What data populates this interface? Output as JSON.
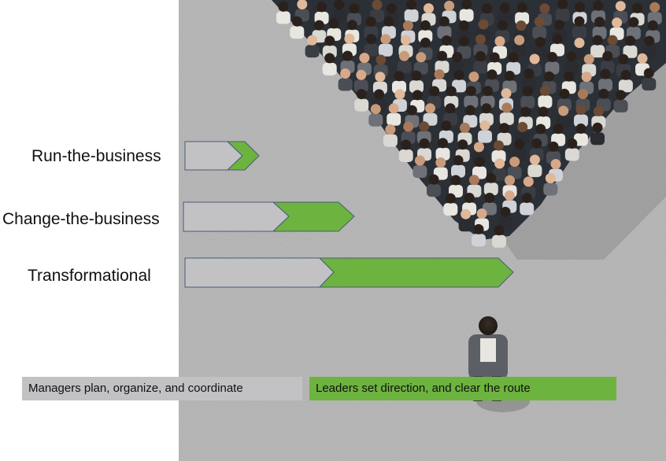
{
  "rows": [
    {
      "label": "Run-the-business"
    },
    {
      "label": "Change-the-business"
    },
    {
      "label": "Transformational"
    }
  ],
  "legend": {
    "gray_text": "Managers plan, organize, and coordinate",
    "green_text": "Leaders set direction, and clear the route"
  },
  "colors": {
    "gray": "#c2c2c4",
    "green": "#6db33f",
    "outline": "#4a5a7a",
    "ground": "#b8b8b8"
  },
  "icons": {
    "photo": "crowd-with-leader-photo"
  }
}
